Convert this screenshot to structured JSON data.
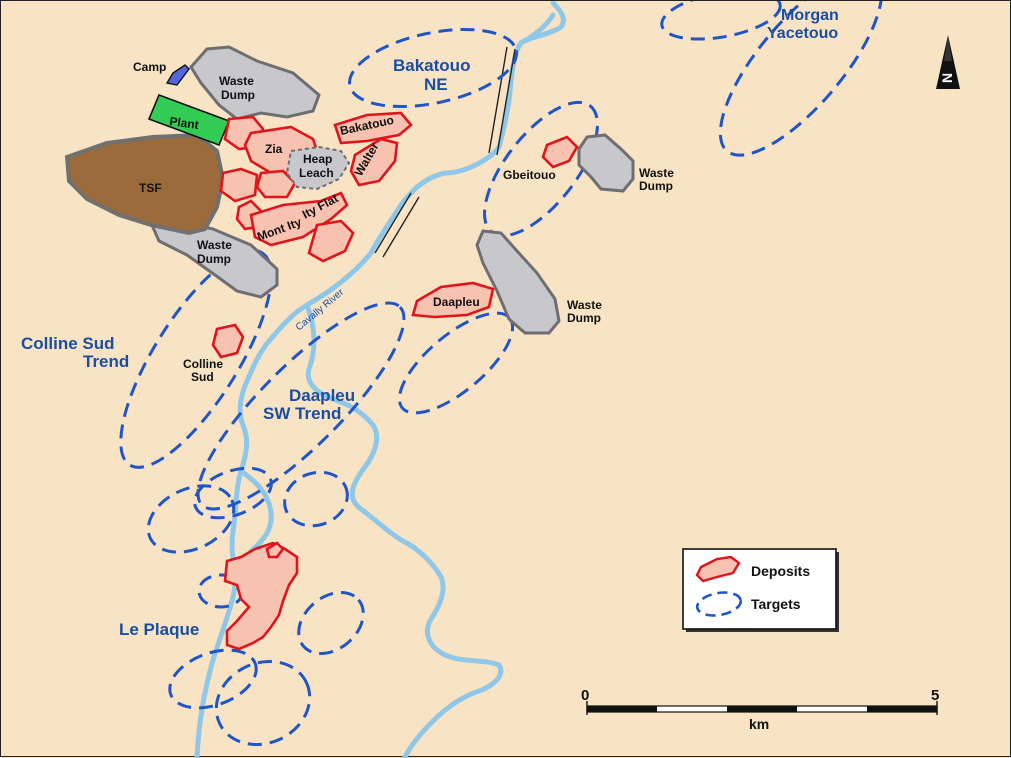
{
  "colors": {
    "background": "#f8e4c4",
    "river": "#8fc7e8",
    "target": "#1f55c8",
    "deposit_fill": "#f8c2b0",
    "deposit_stroke": "#e0141a",
    "waste_dump": "#c8c8cc",
    "tsf": "#9c6b3c",
    "plant": "#33cc55",
    "camp": "#5566dd",
    "label_blue": "#1a4ea3"
  },
  "labels": {
    "camp": "Camp",
    "plant": "Plant",
    "tsf": "TSF",
    "waste_dump_1_line1": "Waste",
    "waste_dump_1_line2": "Dump",
    "waste_dump_2_line1": "Waste",
    "waste_dump_2_line2": "Dump",
    "waste_dump_3_line1": "Waste",
    "waste_dump_3_line2": "Dump",
    "waste_dump_4_line1": "Waste",
    "waste_dump_4_line2": "Dump",
    "zia": "Zia",
    "heap_leach_line1": "Heap",
    "heap_leach_line2": "Leach",
    "bakatouo": "Bakatouo",
    "walter": "Walter",
    "mont_ity": "Mont Ity",
    "ity_flat": "Ity Flat",
    "gbeitouo": "Gbeitouo",
    "daapleu": "Daapleu",
    "colline_sud_line1": "Colline",
    "colline_sud_line2": "Sud",
    "cavally_river": "Cavally River"
  },
  "target_labels": {
    "bakatouo_ne_line1": "Bakatouo",
    "bakatouo_ne_line2": "NE",
    "morgan_line1": "Morgan",
    "morgan_line2": "Yacetouo",
    "colline_sud_trend_line1": "Colline Sud",
    "colline_sud_trend_line2": "Trend",
    "daapleu_sw_line1": "Daapleu",
    "daapleu_sw_line2": "SW Trend",
    "le_plaque": "Le Plaque"
  },
  "legend": {
    "deposits": "Deposits",
    "targets": "Targets"
  },
  "scale_bar": {
    "start": "0",
    "end": "5",
    "unit": "km"
  },
  "north_arrow": {
    "letter": "N"
  },
  "icons": {
    "north_arrow": "north-arrow-icon",
    "deposit_swatch": "deposit-swatch-icon",
    "target_swatch": "target-swatch-icon"
  }
}
